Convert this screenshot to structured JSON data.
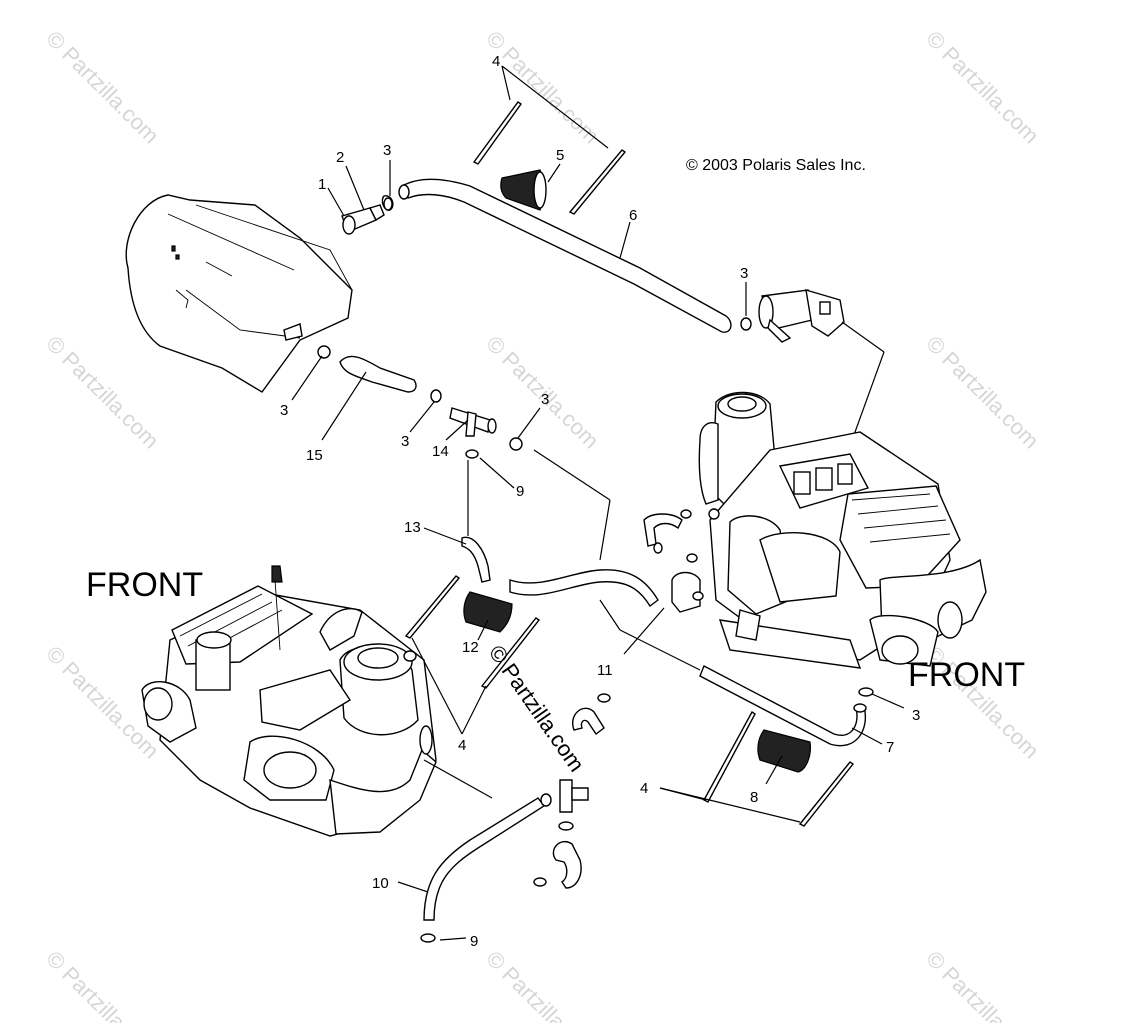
{
  "copyright": "© 2003 Polaris Sales Inc.",
  "front_label_left": "FRONT",
  "front_label_right": "FRONT",
  "watermark_center": "© Partzilla.com",
  "watermark_tile": "© Partzilla.com",
  "callouts": {
    "c1": "1",
    "c2": "2",
    "c3a": "3",
    "c3b": "3",
    "c3c": "3",
    "c3d": "3",
    "c3e": "3",
    "c3f": "3",
    "c4a": "4",
    "c4b": "4",
    "c4c": "4",
    "c5": "5",
    "c6": "6",
    "c7": "7",
    "c8": "8",
    "c9a": "9",
    "c9b": "9",
    "c10": "10",
    "c11": "11",
    "c12": "12",
    "c13": "13",
    "c14": "14",
    "c15": "15"
  },
  "colors": {
    "line": "#000000",
    "watermark": "#d6d6d6",
    "background": "#ffffff"
  }
}
